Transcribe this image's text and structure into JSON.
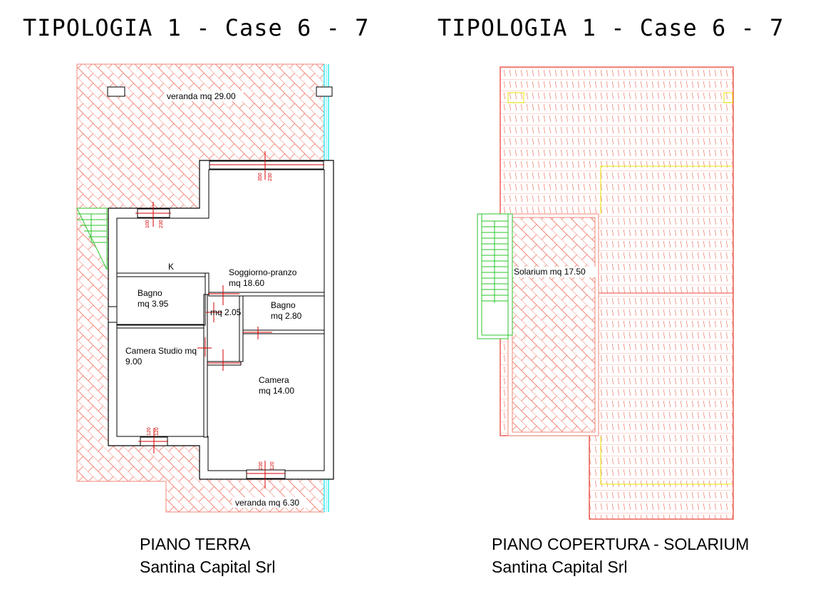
{
  "titles": {
    "left": "TIPOLOGIA 1 - Case 6 - 7",
    "right": "TIPOLOGIA 1 - Case 6 - 7"
  },
  "captions": {
    "left_line1": "PIANO TERRA",
    "left_line2": "Santina Capital Srl",
    "right_line1": "PIANO COPERTURA - SOLARIUM",
    "right_line2": "Santina Capital Srl"
  },
  "ground_floor": {
    "veranda_top": "veranda mq 29.00",
    "veranda_bottom": "veranda mq 6.30",
    "soggiorno_name": "Soggiorno-pranzo",
    "soggiorno_area": "mq 18.60",
    "kitchen_mark": "K",
    "bagno1_name": "Bagno",
    "bagno1_area": "mq 3.95",
    "disimpegno_area": "mq 2.05",
    "bagno2_name": "Bagno",
    "bagno2_area": "mq 2.80",
    "studio_name": "Camera Studio mq",
    "studio_area": "9.00",
    "camera_name": "Camera",
    "camera_area": "mq 14.00",
    "dims": {
      "front_window_a": "350",
      "front_window_b": "230",
      "kitchen_window_a": "100",
      "kitchen_window_b": "230",
      "studio_window_a": "120",
      "studio_window_b": "120",
      "camera_window_a": "230",
      "camera_window_b": "120"
    }
  },
  "roof_floor": {
    "solarium_label": "Solarium   mq 17.50"
  },
  "colors": {
    "hatch": "#f0877a",
    "roof_outline": "#e8473b",
    "wall": "#000000",
    "dimension": "#d40000",
    "stairs": "#2bc42b",
    "yellow_line": "#e8e800",
    "cyan_edge": "#00e5ee"
  }
}
